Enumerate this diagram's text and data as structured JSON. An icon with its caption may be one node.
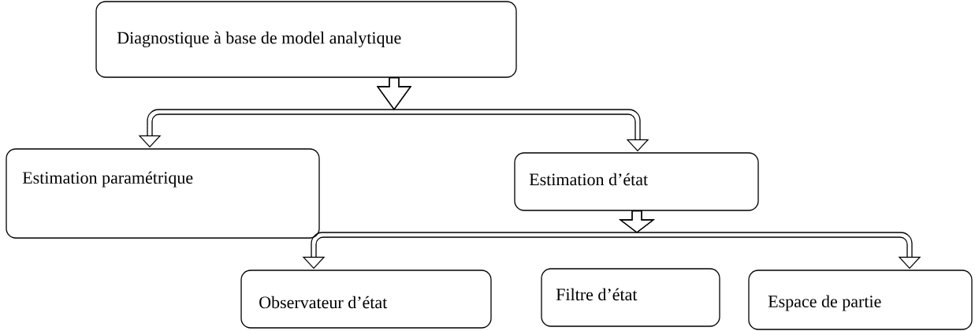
{
  "diagram": {
    "nodes": [
      {
        "text": [
          "Diagnostique  à base de model analytique"
        ]
      },
      {
        "text": [
          "Estimation paramétrique"
        ]
      },
      {
        "text": [
          "Estimation d’état"
        ]
      },
      {
        "text": [
          "Observateur d’état"
        ]
      },
      {
        "text": [
          "Filtre d’état"
        ]
      },
      {
        "text": [
          "Espace de partie"
        ]
      }
    ],
    "edges": [
      {
        "from": 0,
        "to": 1,
        "arrow": "to"
      },
      {
        "from": 0,
        "to": 2,
        "arrow": "to"
      },
      {
        "from": 2,
        "to": 3,
        "arrow": "to"
      },
      {
        "from": 2,
        "to": 5,
        "arrow": "to"
      }
    ]
  }
}
